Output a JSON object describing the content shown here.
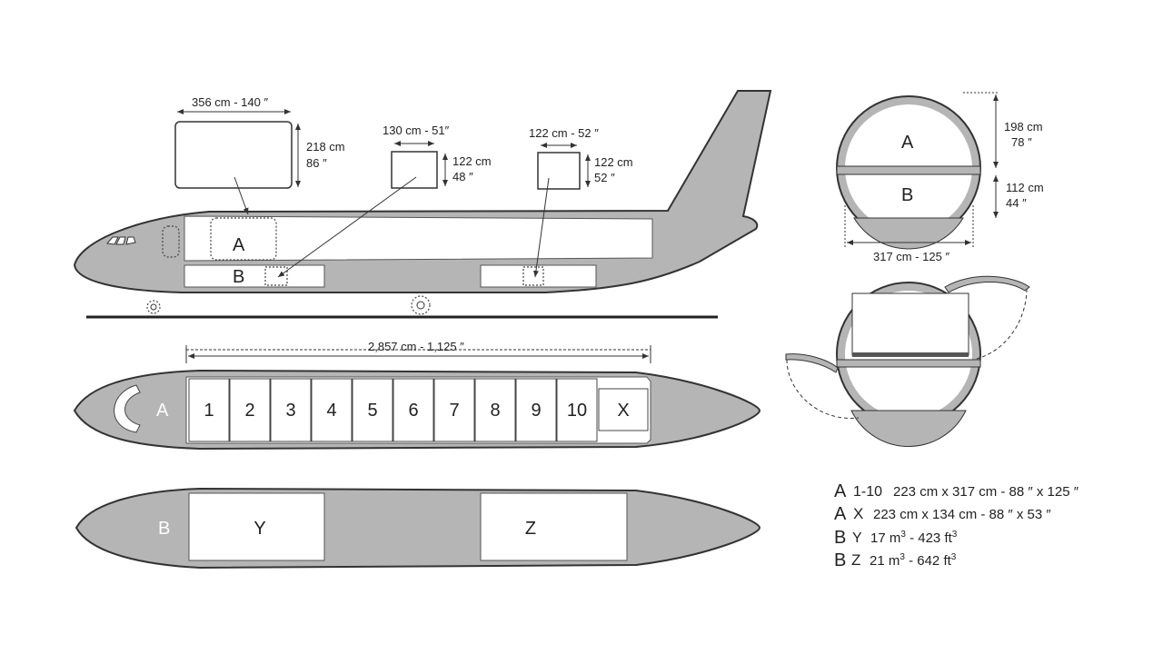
{
  "side_view": {
    "pallet_main": {
      "width": "356 cm - 140 ″",
      "height_cm": "218 cm",
      "height_in": "86 ″"
    },
    "container_fwd": {
      "width": "130 cm - 51″",
      "height_cm": "122 cm",
      "height_in": "48 ″"
    },
    "container_aft": {
      "width": "122 cm - 52 ″",
      "height_cm": "122 cm",
      "height_in": "52 ″"
    },
    "deck_a": "A",
    "deck_b": "B"
  },
  "top_view_a": {
    "length": "2,857 cm - 1,125 ″",
    "deck_label": "A",
    "positions": [
      "1",
      "2",
      "3",
      "4",
      "5",
      "6",
      "7",
      "8",
      "9",
      "10",
      "X"
    ]
  },
  "top_view_b": {
    "deck_label": "B",
    "holds": [
      "Y",
      "Z"
    ]
  },
  "cross_section": {
    "upper_label": "A",
    "lower_label": "B",
    "upper_cm": "198 cm",
    "upper_in": "78 ″",
    "lower_cm": "112 cm",
    "lower_in": "44 ″",
    "width": "317 cm - 125 ″"
  },
  "legend": [
    {
      "deck": "A",
      "pos": "1-10",
      "text": "223 cm x 317 cm - 88 ″ x 125 ″"
    },
    {
      "deck": "A",
      "pos": "X",
      "text": "223 cm x 134 cm - 88 ″ x 53 ″"
    },
    {
      "deck": "B",
      "pos": "Y",
      "vol": "17 m",
      "sep": " - 423 ft",
      "sup": "3"
    },
    {
      "deck": "B",
      "pos": "Z",
      "vol": "21 m",
      "sep": " - 642 ft",
      "sup": "3"
    }
  ]
}
